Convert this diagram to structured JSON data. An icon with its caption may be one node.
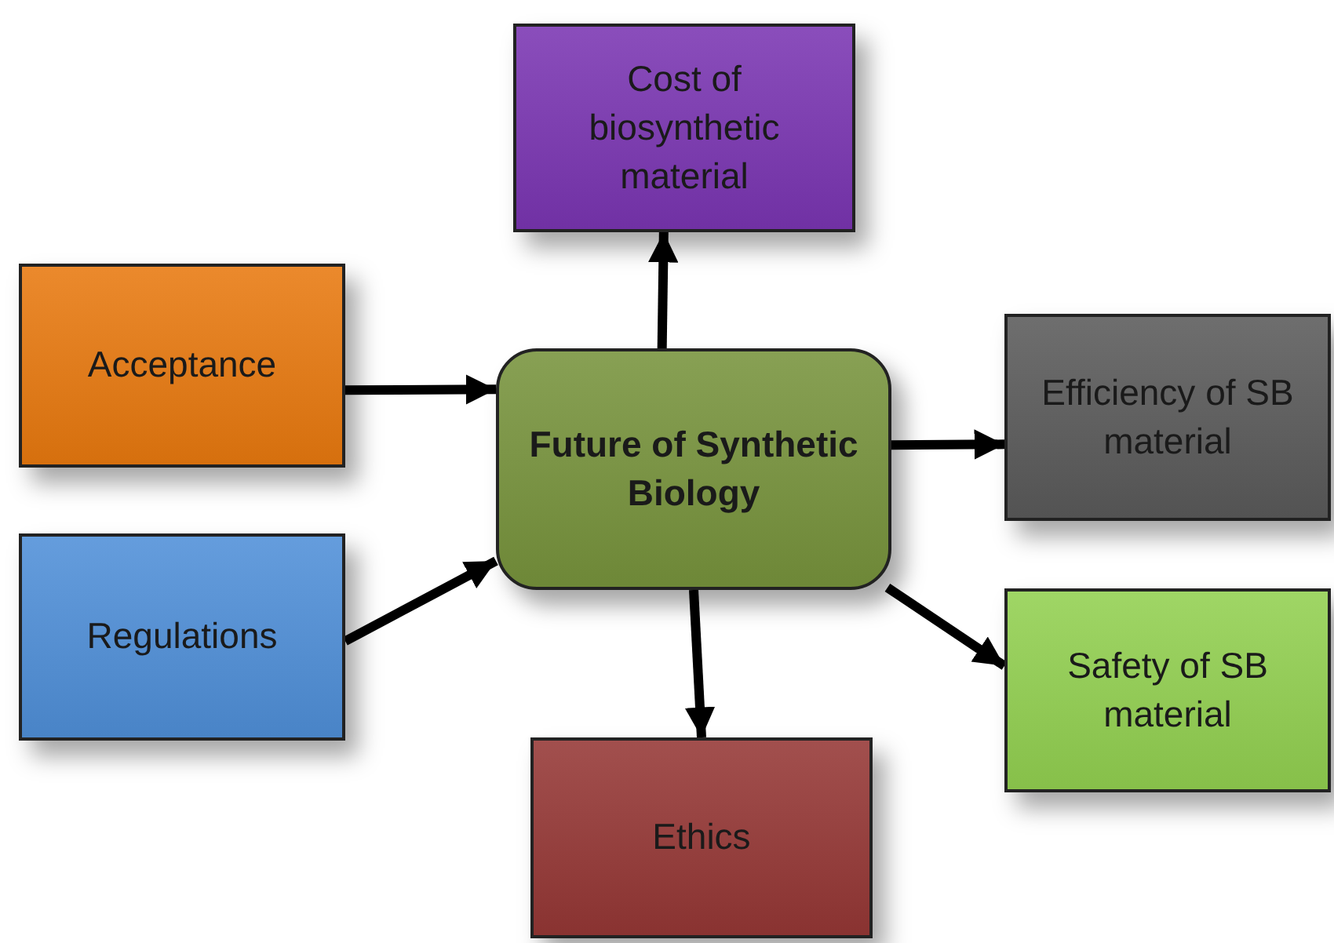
{
  "diagram": {
    "nodes": [
      {
        "text": [
          "Cost of biosynthetic material"
        ]
      },
      {
        "text": [
          "Acceptance"
        ]
      },
      {
        "text": [
          "Future of Synthetic Biology"
        ]
      },
      {
        "text": [
          "Efficiency of SB material"
        ]
      },
      {
        "text": [
          "Regulations"
        ]
      },
      {
        "text": [
          "Safety of SB material"
        ]
      },
      {
        "text": [
          "Ethics"
        ]
      }
    ],
    "edges": [
      {
        "from": 2,
        "to": 0,
        "arrow": "to"
      },
      {
        "from": 1,
        "to": 2,
        "arrow": "to"
      },
      {
        "from": 4,
        "to": 2,
        "arrow": "to"
      },
      {
        "from": 2,
        "to": 3,
        "arrow": "to"
      },
      {
        "from": 2,
        "to": 5,
        "arrow": "to"
      },
      {
        "from": 2,
        "to": 6,
        "arrow": "to"
      }
    ]
  }
}
